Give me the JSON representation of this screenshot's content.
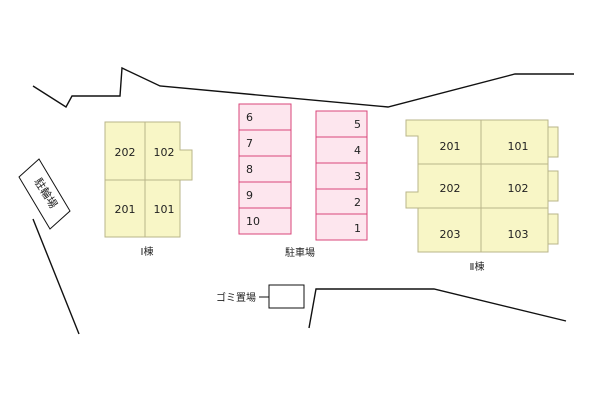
{
  "labels": {
    "bike_parking": "駐輪場",
    "building_1": "Ⅰ棟",
    "parking": "駐車場",
    "building_2": "Ⅱ棟",
    "garbage": "ゴミ置場"
  },
  "building_1": {
    "units": [
      "202",
      "102",
      "201",
      "101"
    ]
  },
  "parking_left": {
    "spaces": [
      "6",
      "7",
      "8",
      "9",
      "10"
    ]
  },
  "parking_right": {
    "spaces": [
      "5",
      "4",
      "3",
      "2",
      "1"
    ]
  },
  "building_2": {
    "units": [
      "201",
      "101",
      "202",
      "102",
      "203",
      "103"
    ]
  },
  "colors": {
    "building_fill": "#f8f6c6",
    "building_stroke": "#b9b58a",
    "parking_fill": "#fde6ee",
    "parking_stroke": "#d9457a",
    "line": "#111111"
  }
}
